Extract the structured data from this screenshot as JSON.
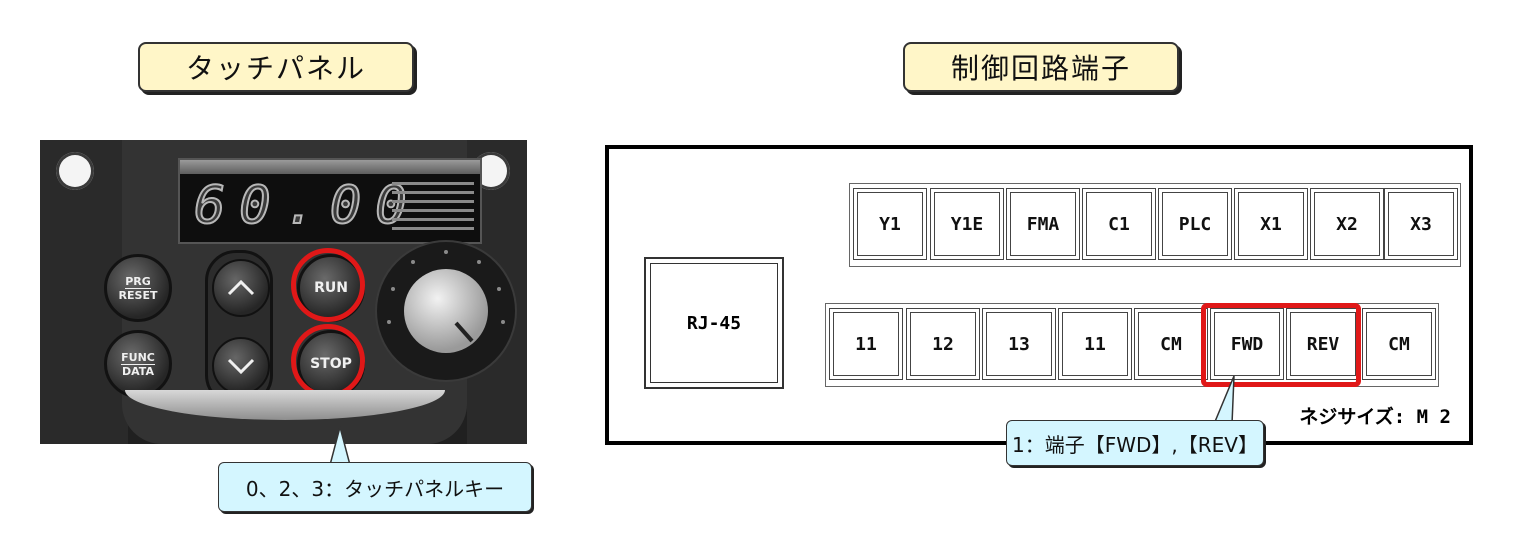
{
  "touch_panel": {
    "title": "タッチパネル",
    "display_value": "60.00",
    "keys": {
      "prg_top": "PRG",
      "prg_bottom": "RESET",
      "func_top": "FUNC",
      "func_bottom": "DATA",
      "up_icon": "chevron-up-icon",
      "down_icon": "chevron-down-icon",
      "run": "RUN",
      "stop": "STOP"
    },
    "callout": "0、2、3：タッチパネルキー"
  },
  "control_circuit": {
    "title": "制御回路端子",
    "top_row": [
      "Y1",
      "Y1E",
      "FMA",
      "C1",
      "PLC",
      "X1",
      "X2",
      "X3"
    ],
    "bottom_row": [
      "11",
      "12",
      "13",
      "11",
      "CM",
      "FWD",
      "REV",
      "CM"
    ],
    "rj45_label": "RJ-45",
    "screw_size": "ネジサイズ: M 2",
    "callout": "1：端子【FWD】,【REV】"
  },
  "colors": {
    "highlight": "#e01818",
    "title_bg": "#fff6c8",
    "callout_bg": "#d4f6ff"
  }
}
